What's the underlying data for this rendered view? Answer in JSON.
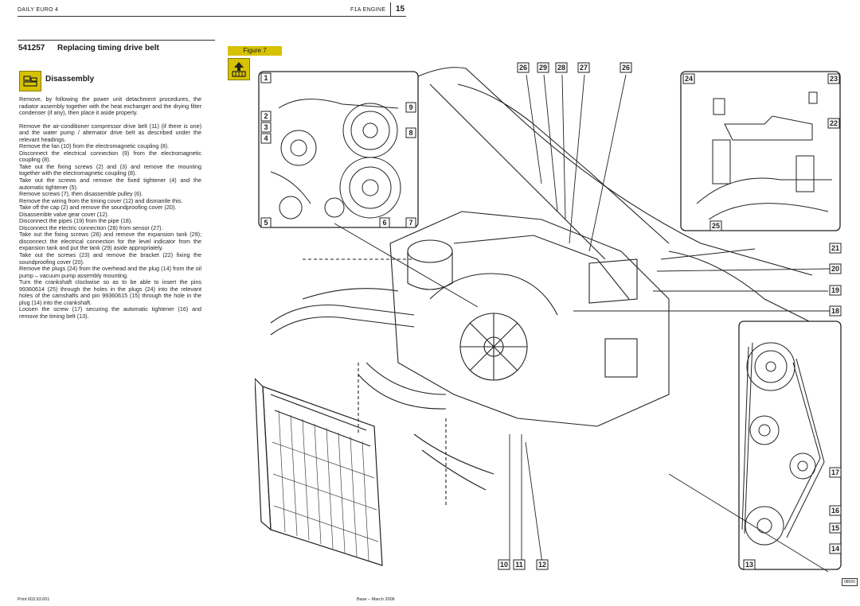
{
  "header": {
    "manual": "DAILY EURO 4",
    "section": "F1A ENGINE",
    "page": "15"
  },
  "section": {
    "code": "541257",
    "title": "Replacing timing drive belt"
  },
  "subsection": {
    "title": "Disassembly"
  },
  "paragraphs": [
    "Remove, by following the power unit detachment procedures, the radiator assembly together with the heat exchanger and the drying filter condenser (if any), then place it aside properly.",
    "Remove the air-conditioner compressor drive belt (11) (if there is one) and the water pump / alternator drive belt as described under the relevant headings.",
    "Remove the fan (10) from the electromagnetic coupling (8).",
    "Disconnect the electrical connection (9) from the electromagnetic coupling (8).",
    "Take out the fixing screws (2) and (3) and remove the mounting together with the electromagnetic coupling (8).",
    "Take out the screws and remove the fixed tightener (4) and the automatic tightener (5).",
    "Remove screws (7), then disassemble pulley (6).",
    "Remove the wiring from the timing cover (12) and dismantle this.",
    "Take off the cap (2) and remove the soundproofing cover (20).",
    "Disassemble valve gear cover (12).",
    "Disconnect the pipes (19) from the pipe (18).",
    "Disconnect the electric connection (28) from sensor (27).",
    "Take out the fixing screws (26) and remove the expansion tank (29); disconnect the electrical connection for the level indicator from the expansion tank and put the tank (29) aside appropriately.",
    "Take out the screws (23) and remove the bracket (22) fixing the soundproofing cover (20).",
    "Remove the plugs (24) from the overhead and the plug (14) from the oil pump – vacuum pump assembly mounting.",
    "Turn the crankshaft clockwise so as to be able to insert the pins 99360614 (25) through the holes in the plugs (24) into the relevant holes of the camshafts and pin 99360615 (15) through the hole in the plug (14) into the crankshaft.",
    "Loosen the screw (17) securing the automatic tightener (16) and remove the timing belt (13)."
  ],
  "figure": {
    "label": "Figure 7",
    "code": "08550",
    "callouts": [
      "1",
      "2",
      "3",
      "4",
      "5",
      "6",
      "7",
      "8",
      "9",
      "10",
      "11",
      "12",
      "13",
      "14",
      "15",
      "16",
      "17",
      "18",
      "19",
      "20",
      "21",
      "22",
      "23",
      "24",
      "25",
      "26",
      "27",
      "28",
      "29"
    ]
  },
  "footer": {
    "print": "Print 603.93.651",
    "base": "Base – March 2006"
  },
  "colors": {
    "accent": "#d6c200"
  }
}
